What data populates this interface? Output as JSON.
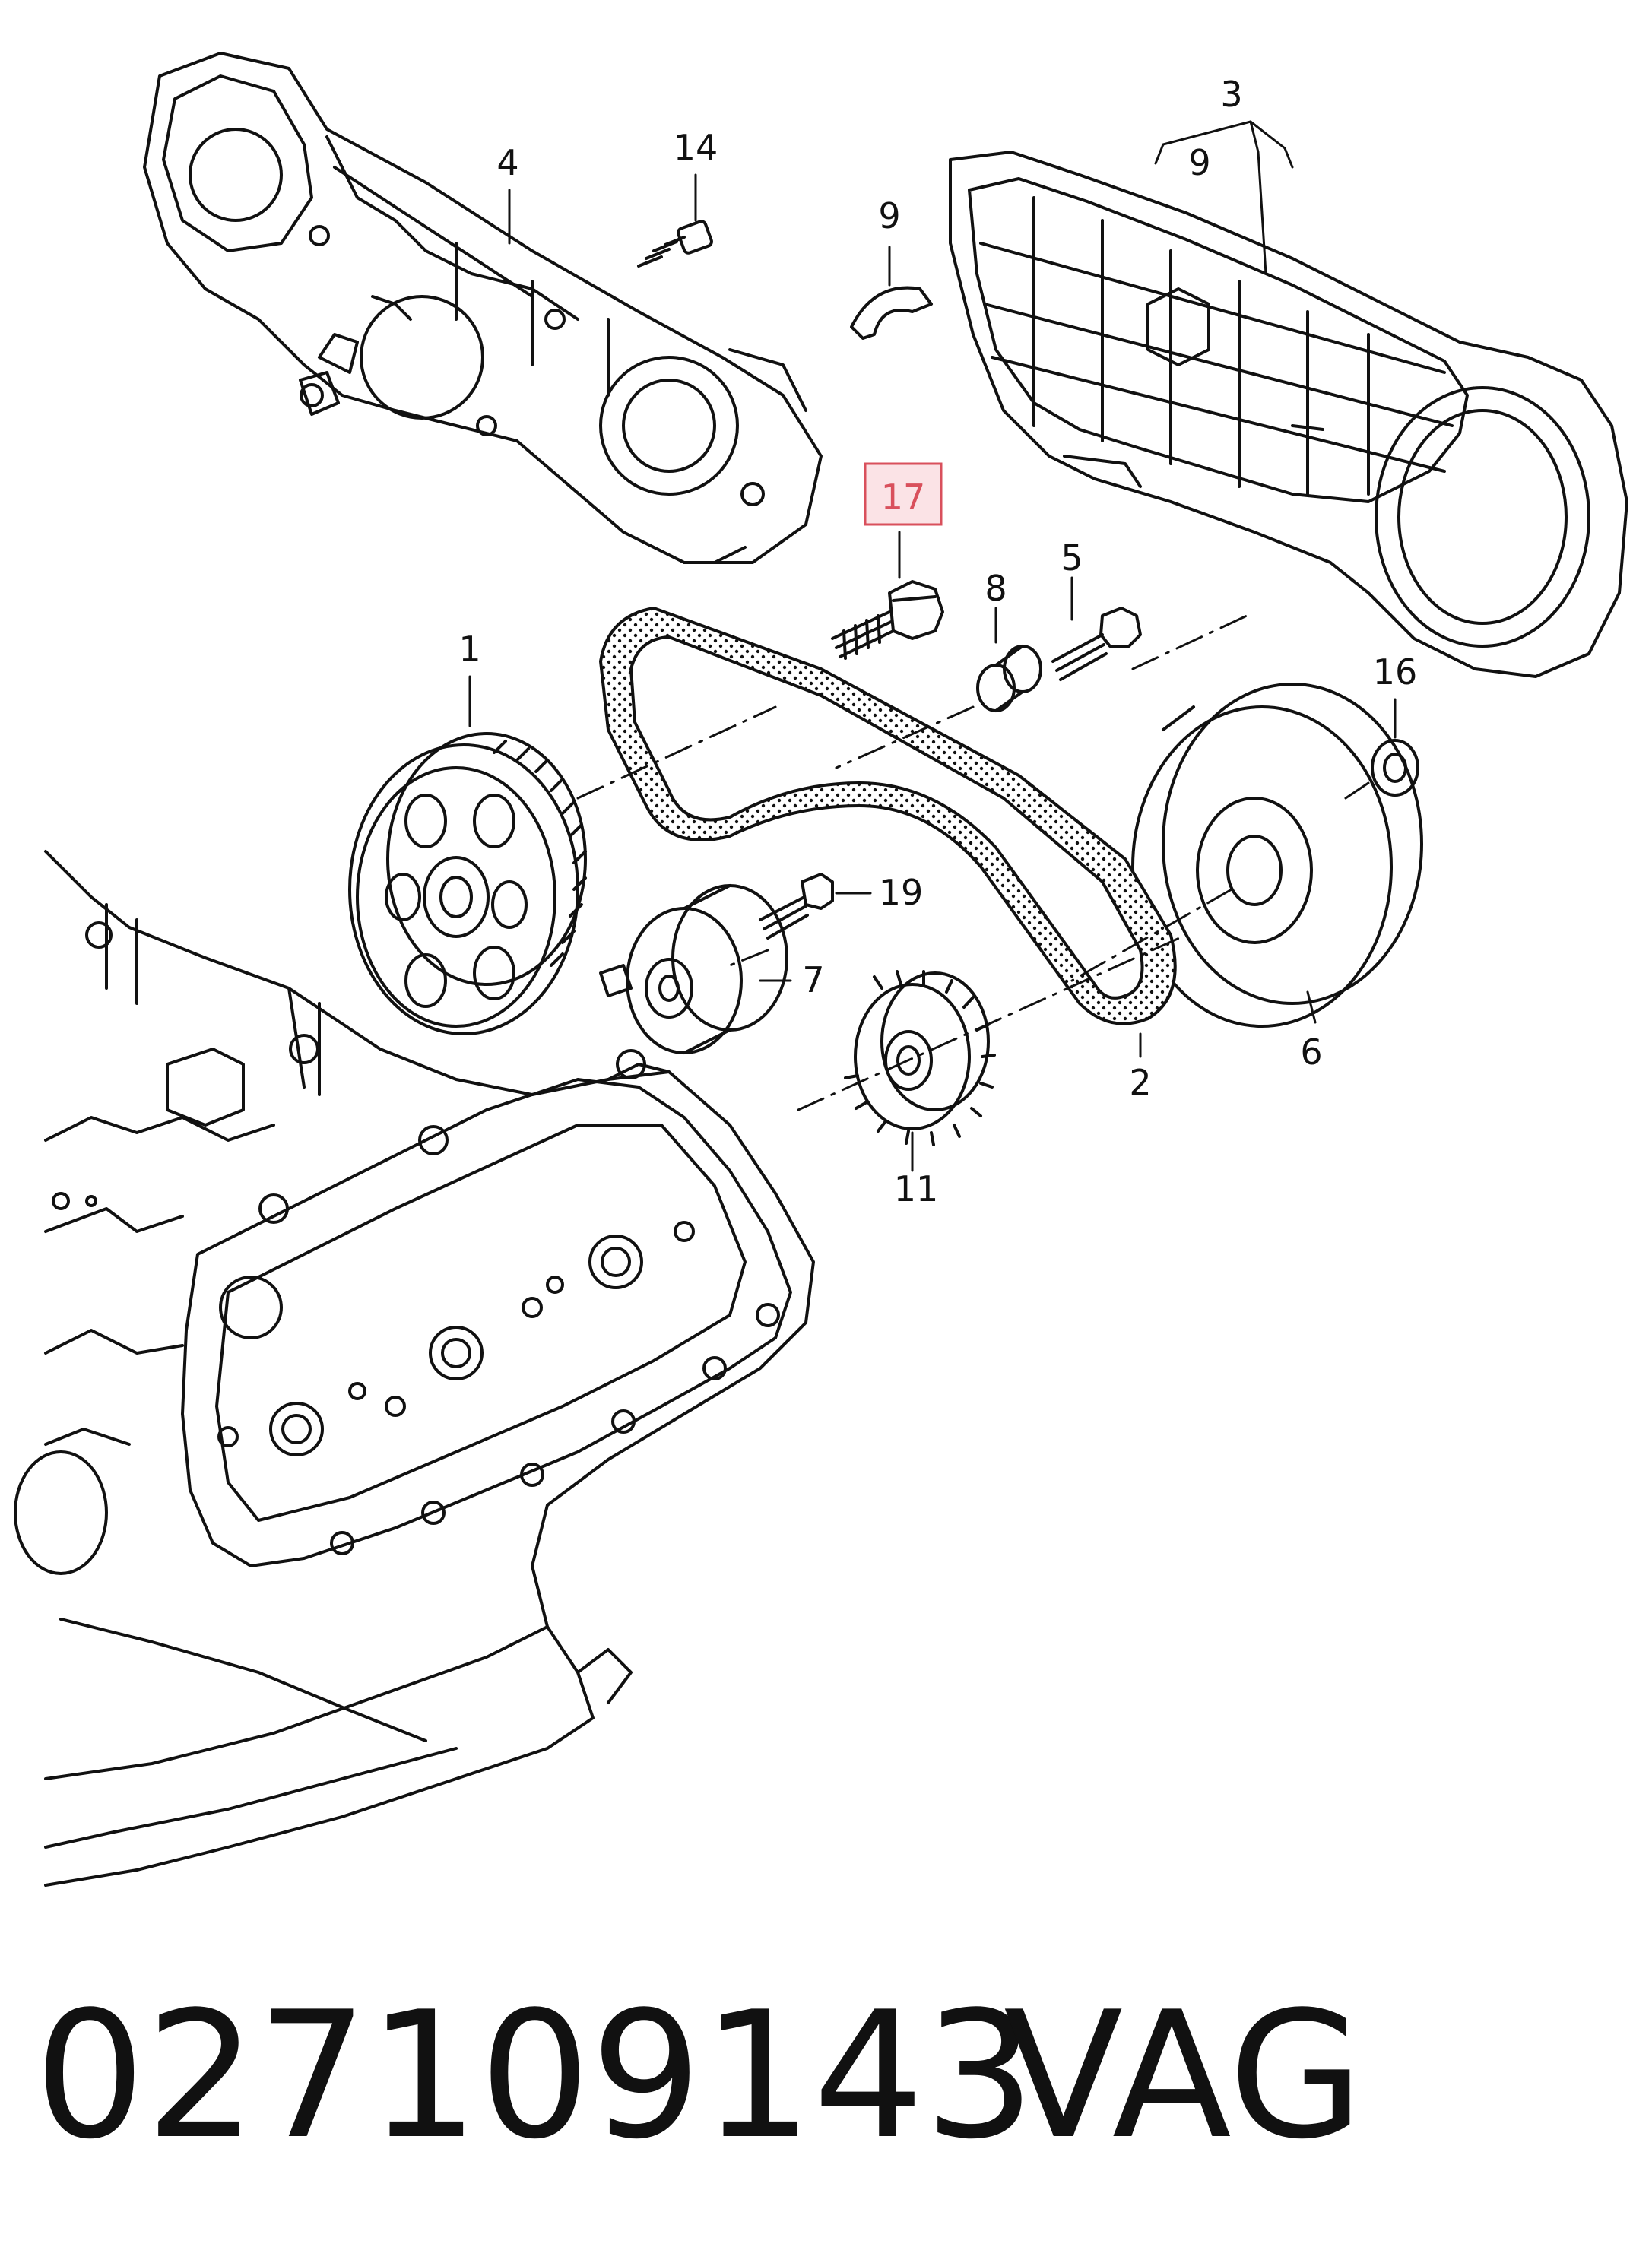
{
  "diagram": {
    "callouts": {
      "c1": "1",
      "c2": "2",
      "c3": "3",
      "c4": "4",
      "c5": "5",
      "c6": "6",
      "c7": "7",
      "c8": "8",
      "c9a": "9",
      "c9b": "9",
      "c11": "11",
      "c14": "14",
      "c16": "16",
      "c17": "17",
      "c19": "19"
    },
    "highlight_color": "#d9505c",
    "highlight_fill": "#fbe3e6",
    "highlighted_part": "17"
  },
  "footer": {
    "part_number": "027109143",
    "brand": "VAG"
  }
}
